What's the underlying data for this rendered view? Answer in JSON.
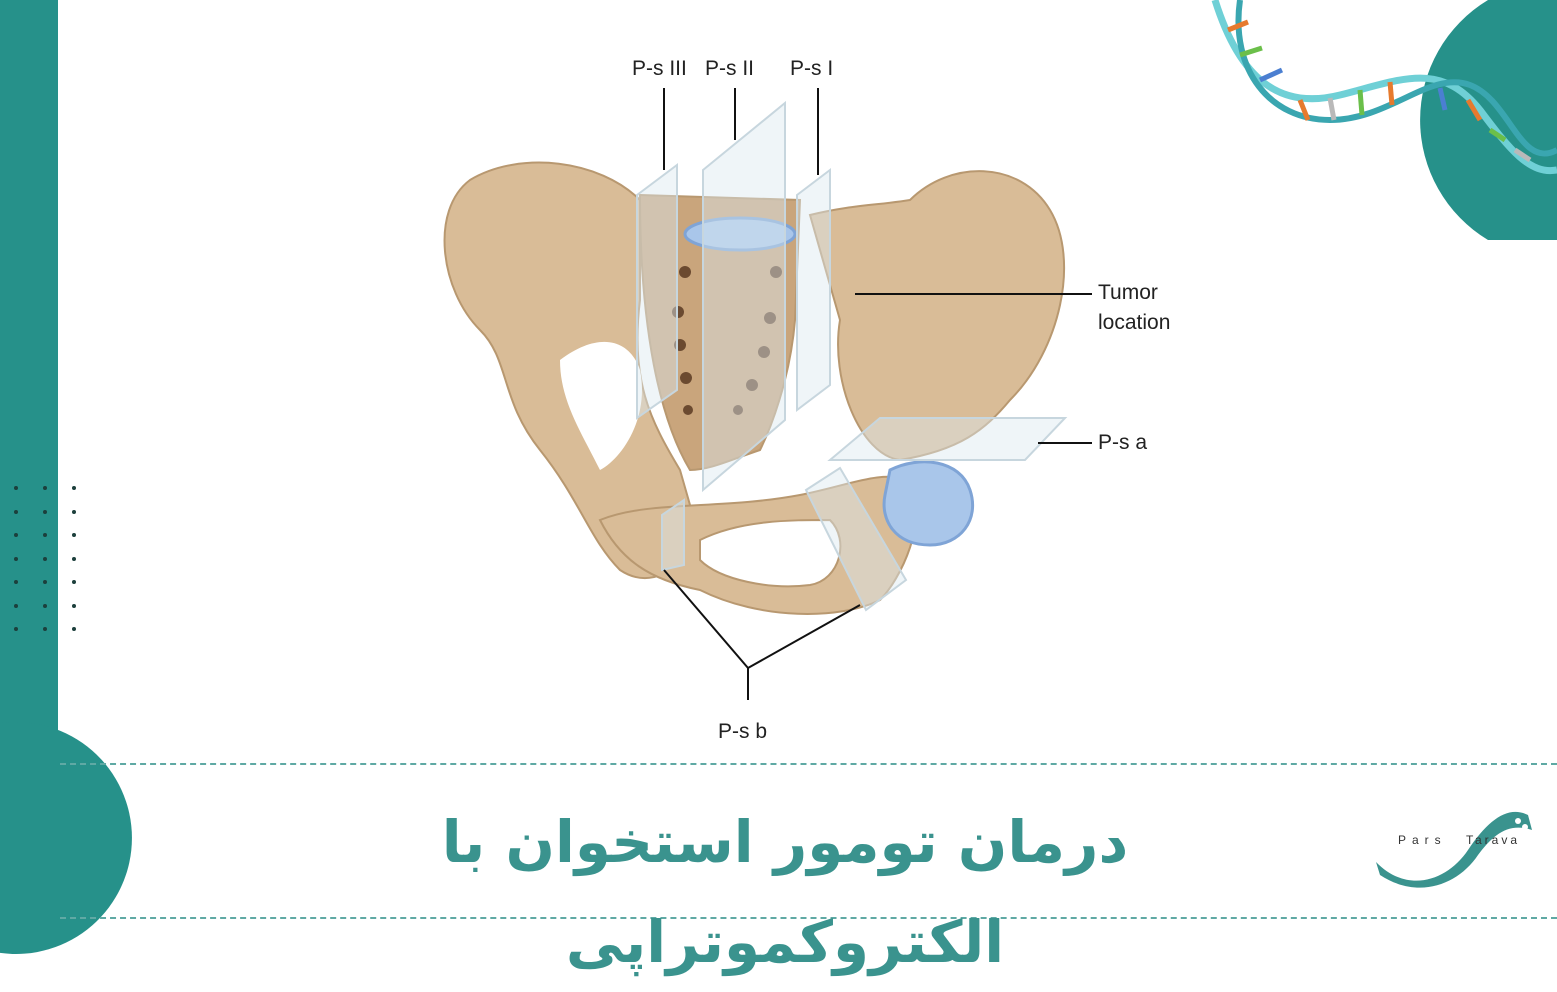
{
  "diagram": {
    "labels": {
      "ps3": "P-s III",
      "ps2": "P-s II",
      "ps1": "P-s I",
      "tumor_line1": "Tumor",
      "tumor_line2": "location",
      "psa": "P-s a",
      "psb": "P-s b"
    }
  },
  "banner": {
    "title": "درمان تومور استخوان با الکتروکموتراپی"
  },
  "logo": {
    "text_left": "Pars",
    "text_right": "Tarava"
  },
  "colors": {
    "teal": "#26918a",
    "title": "#3a938e",
    "bone": "#d9bc97",
    "tumor": "#a9c6ea"
  }
}
